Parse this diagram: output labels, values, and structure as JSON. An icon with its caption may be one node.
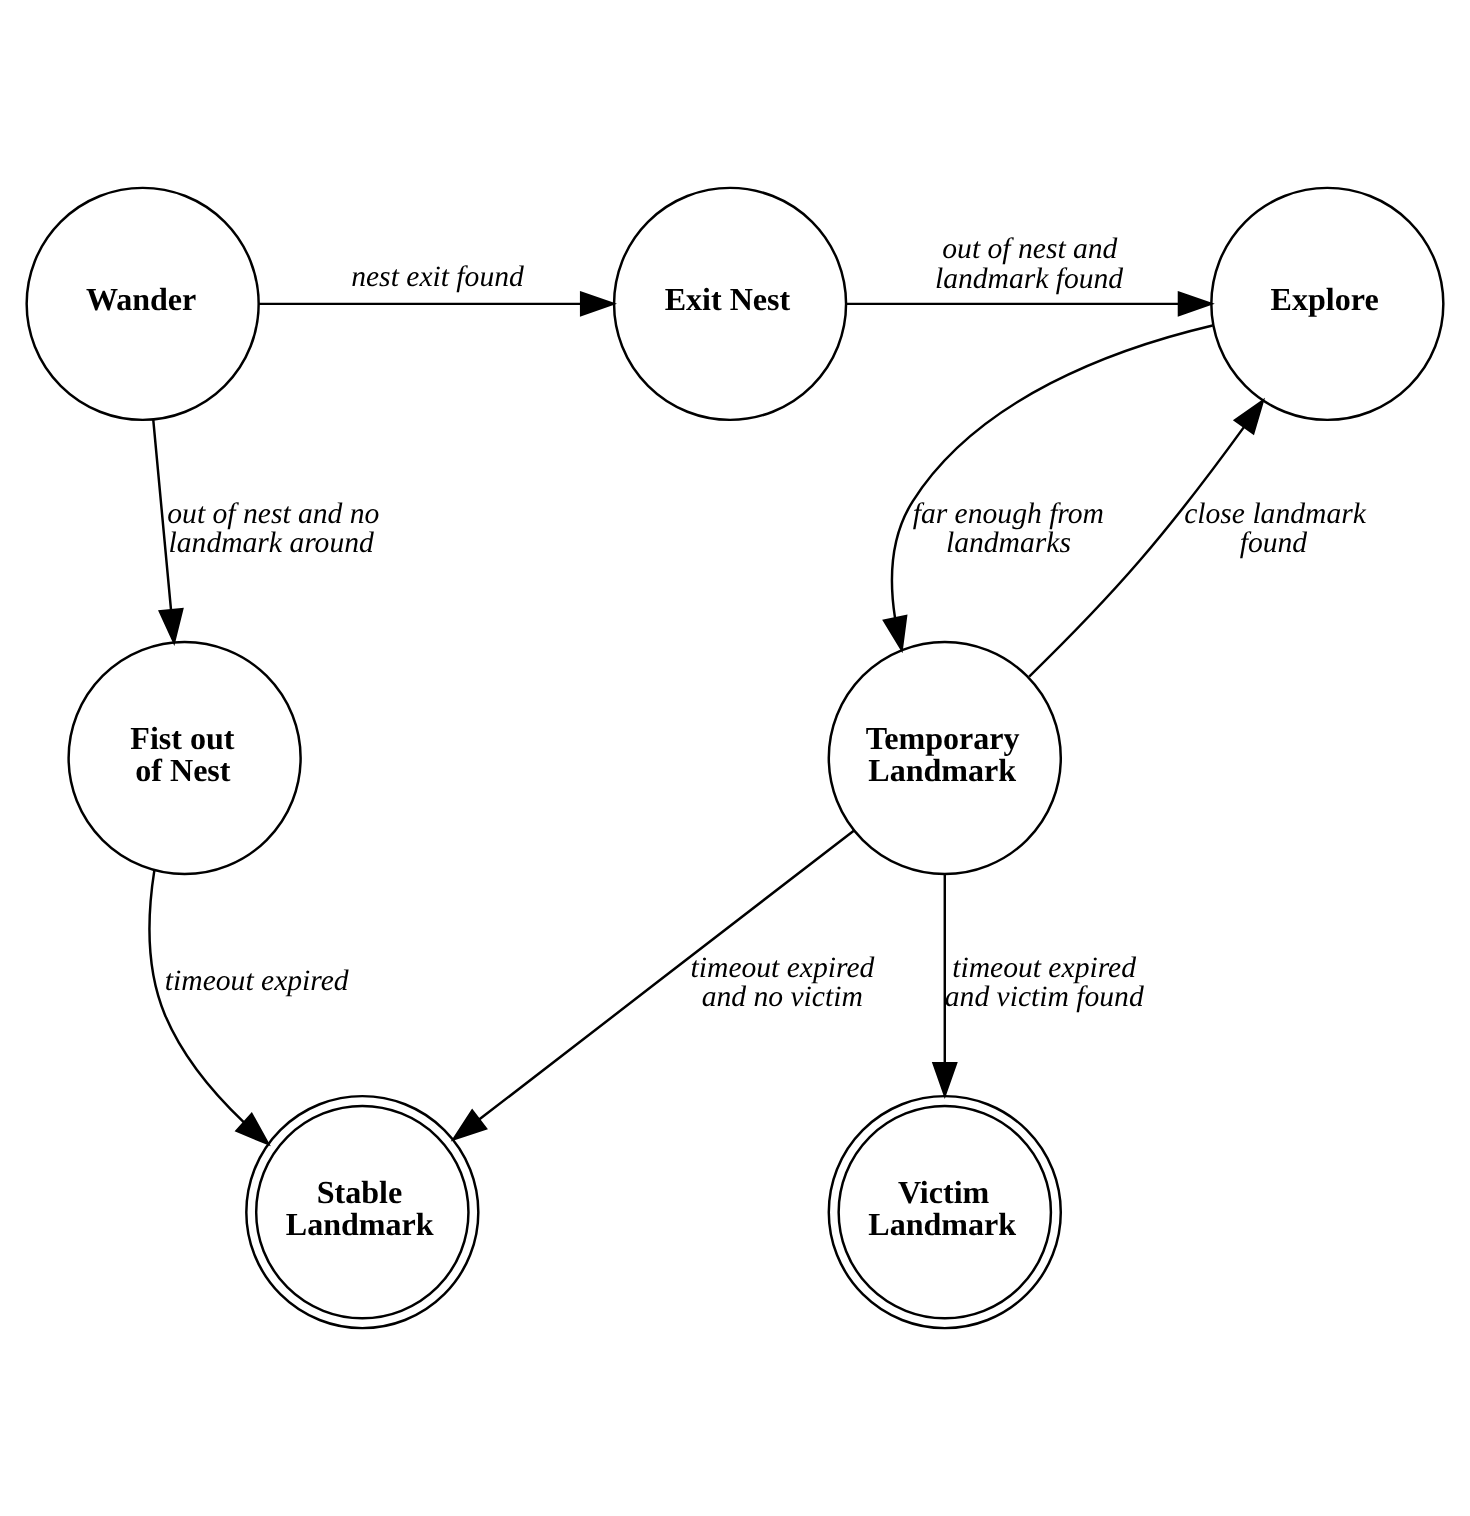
{
  "diagram": {
    "nodes": [
      {
        "text": [
          "Wander"
        ]
      },
      {
        "text": [
          "Exit Nest"
        ]
      },
      {
        "text": [
          "Explore"
        ]
      },
      {
        "text": [
          "Fist out of Nest"
        ]
      },
      {
        "text": [
          "Temporary Landmark"
        ]
      },
      {
        "text": [
          "Stable Landmark"
        ]
      },
      {
        "text": [
          "Victim Landmark"
        ]
      }
    ],
    "edges": [
      {
        "from": 0,
        "to": 1,
        "arrow": "to",
        "label": "nest exit found"
      },
      {
        "from": 1,
        "to": 2,
        "arrow": "to",
        "label": "out of nest and landmark found"
      },
      {
        "from": 0,
        "to": 3,
        "arrow": "to",
        "label": "out of nest and no landmark around"
      },
      {
        "from": 2,
        "to": 4,
        "arrow": "to",
        "label": "far enough from landmarks"
      },
      {
        "from": 4,
        "to": 2,
        "arrow": "to",
        "label": "close landmark found"
      },
      {
        "from": 3,
        "to": 5,
        "arrow": "to",
        "label": "timeout expired"
      },
      {
        "from": 4,
        "to": 5,
        "arrow": "to",
        "label": "timeout expired and no victim"
      },
      {
        "from": 4,
        "to": 6,
        "arrow": "to",
        "label": "timeout expired and victim found"
      }
    ]
  }
}
